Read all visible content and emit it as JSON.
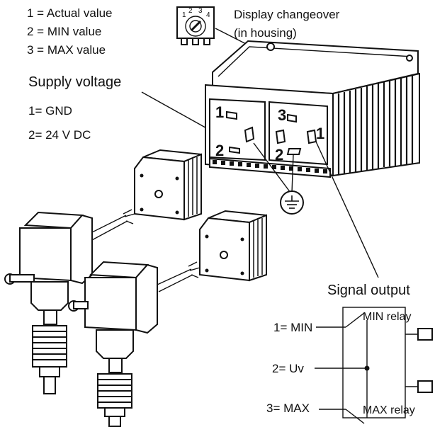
{
  "display_legend": {
    "items": [
      "1 = Actual value",
      "2 = MIN value",
      "3 = MAX value"
    ],
    "switch_digits": [
      "1",
      "2",
      "3",
      "4"
    ],
    "changeover_label": [
      "Display changeover",
      "(in housing)"
    ]
  },
  "supply": {
    "title": "Supply voltage",
    "pins": [
      "1= GND",
      "2= 24 V DC"
    ]
  },
  "connectors": {
    "left_pins": [
      "1",
      "2"
    ],
    "right_pins": [
      "3",
      "1",
      "2"
    ]
  },
  "signal": {
    "title": "Signal output",
    "inputs": [
      "1= MIN",
      "2= Uv",
      "3= MAX"
    ],
    "relays": [
      "MIN relay",
      "MAX relay"
    ]
  }
}
